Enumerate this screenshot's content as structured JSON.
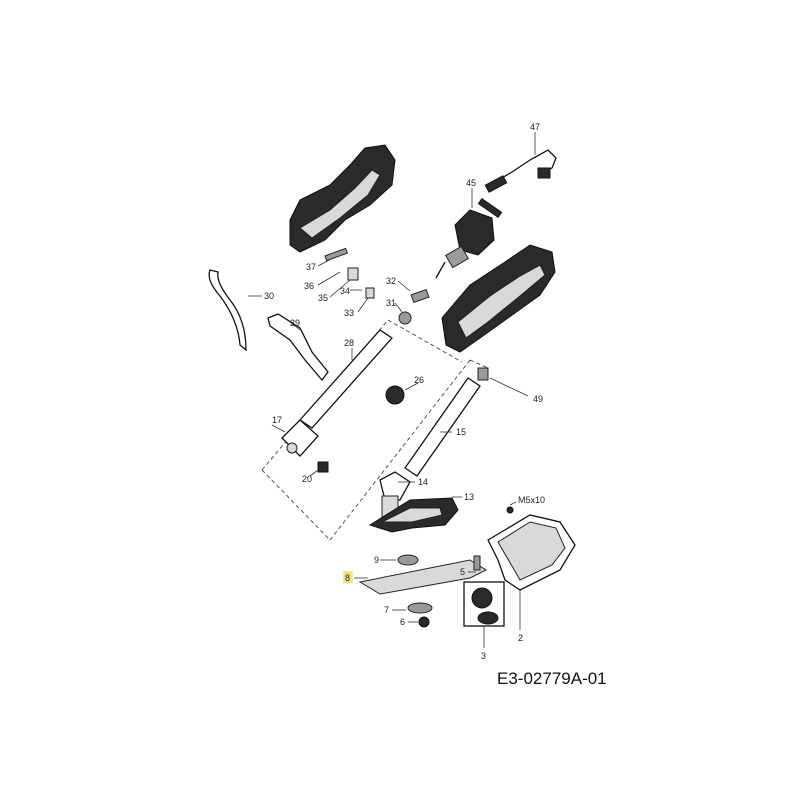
{
  "diagram": {
    "code": "E3-02779A-01",
    "labels": {
      "p47": "47",
      "p45": "45",
      "p37": "37",
      "p36": "36",
      "p35": "35",
      "p34": "34",
      "p33": "33",
      "p32": "32",
      "p31": "31",
      "p30": "30",
      "p29": "29",
      "p28": "28",
      "p26": "26",
      "p49": "49",
      "p17": "17",
      "p15": "15",
      "p20": "20",
      "p14": "14",
      "p13": "13",
      "m5x10": "M5x10",
      "p9": "9",
      "p5": "5",
      "p8": "8",
      "p7": "7",
      "p6": "6",
      "p3": "3",
      "p2": "2"
    },
    "highlight_color": "#f7e38a"
  }
}
